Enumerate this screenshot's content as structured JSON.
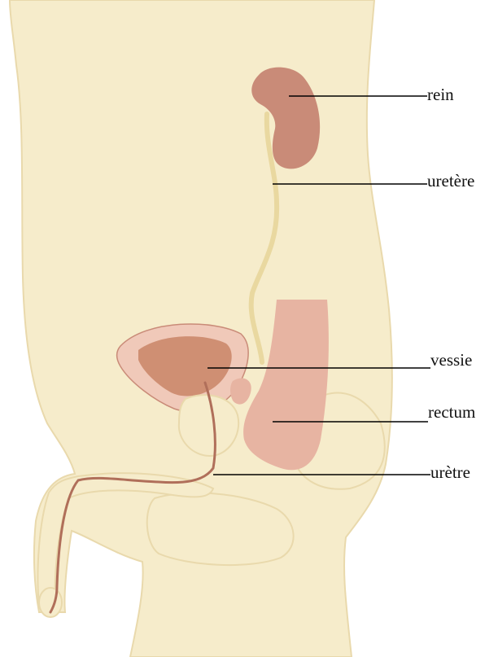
{
  "labels": {
    "rein": "rein",
    "uretere": "uretère",
    "vessie": "vessie",
    "rectum": "rectum",
    "uretre": "urètre"
  },
  "colors": {
    "skin": "#f6eccb",
    "skin_outline": "#e9d9ac",
    "kidney": "#c98b78",
    "ureter": "#e9d8a0",
    "bladder_outer": "#f0c9b9",
    "bladder_inner": "#cf8f73",
    "rectum": "#e7b4a2",
    "urethra": "#b06f5a",
    "leader_line": "#000000"
  }
}
